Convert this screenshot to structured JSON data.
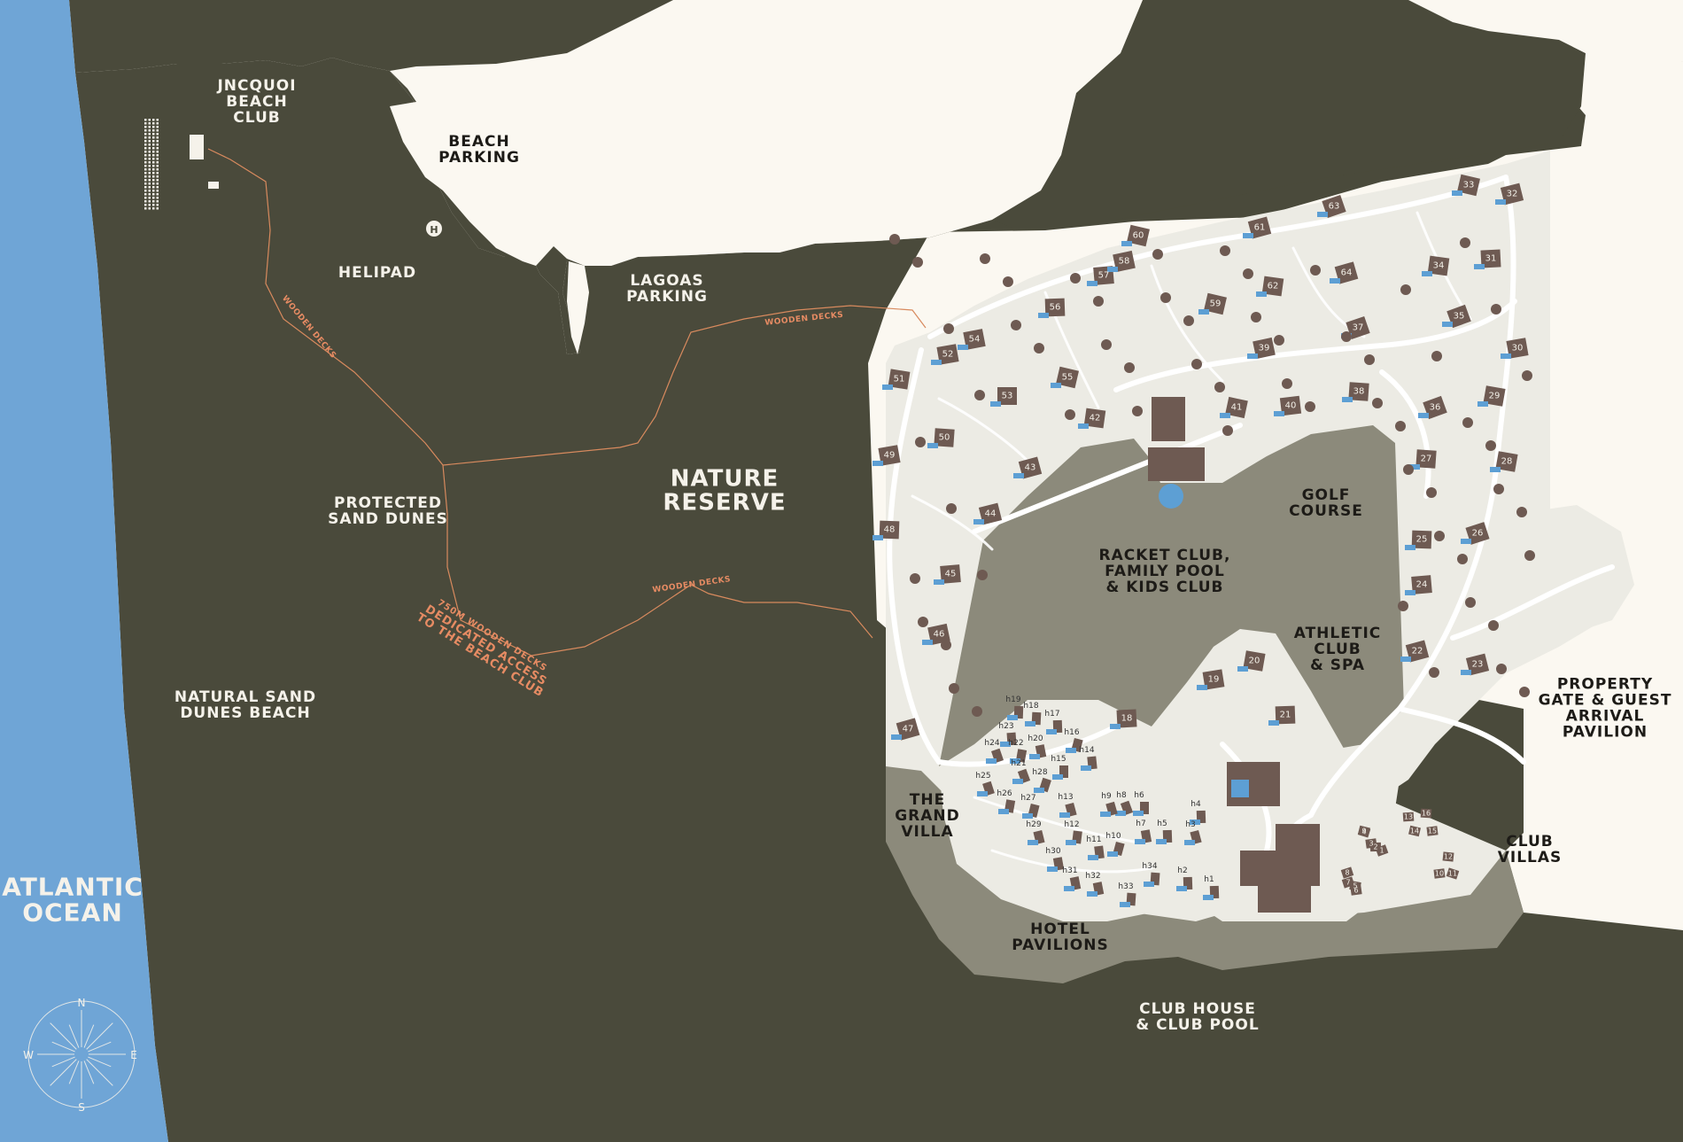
{
  "labels": {
    "atlantic": [
      "ATLANTIC",
      "OCEAN"
    ],
    "beach_club": [
      "JNCQUOI",
      "BEACH",
      "CLUB"
    ],
    "beach_parking": [
      "BEACH",
      "PARKING"
    ],
    "helipad": "HELIPAD",
    "lagoas_parking": [
      "LAGOAS",
      "PARKING"
    ],
    "nature_reserve": [
      "NATURE",
      "RESERVE"
    ],
    "protected_dunes": [
      "PROTECTED",
      "SAND DUNES"
    ],
    "natural_beach": [
      "NATURAL SAND",
      "DUNES BEACH"
    ],
    "wooden_decks": "WOODEN DECKS",
    "dedicated_access": [
      "750M WOODEN DECKS",
      "DEDICATED ACCESS",
      "TO THE BEACH CLUB"
    ],
    "golf_course": [
      "GOLF",
      "COURSE"
    ],
    "racket_club": [
      "RACKET CLUB,",
      "FAMILY POOL",
      "& KIDS CLUB"
    ],
    "athletic_club": [
      "ATHLETIC",
      "CLUB",
      "& SPA"
    ],
    "property_gate": [
      "PROPERTY",
      "GATE & GUEST",
      "ARRIVAL",
      "PAVILION"
    ],
    "grand_villa": [
      "THE",
      "GRAND",
      "VILLA"
    ],
    "club_villas": [
      "CLUB",
      "VILLAS"
    ],
    "hotel_pavilions": [
      "HOTEL",
      "PAVILIONS"
    ],
    "club_house": [
      "CLUB HOUSE",
      "& CLUB POOL"
    ]
  },
  "compass": {
    "n": "N",
    "s": "S",
    "e": "E",
    "w": "W"
  },
  "helipad_icon": "H",
  "villa_numbers": [
    "18",
    "19",
    "20",
    "21",
    "22",
    "23",
    "24",
    "25",
    "26",
    "27",
    "28",
    "29",
    "30",
    "31",
    "32",
    "33",
    "34",
    "35",
    "36",
    "37",
    "38",
    "39",
    "40",
    "41",
    "42",
    "43",
    "44",
    "45",
    "46",
    "47",
    "48",
    "49",
    "50",
    "51",
    "52",
    "53",
    "54",
    "55",
    "56",
    "57",
    "58",
    "59",
    "60",
    "61",
    "62",
    "63",
    "64"
  ],
  "pavilion_numbers": [
    "h1",
    "h2",
    "h3",
    "h4",
    "h5",
    "h6",
    "h7",
    "h8",
    "h9",
    "h10",
    "h11",
    "h12",
    "h13",
    "h14",
    "h15",
    "h16",
    "h17",
    "h18",
    "h19",
    "h20",
    "h21",
    "h22",
    "h23",
    "h24",
    "h25",
    "h26",
    "h27",
    "h28",
    "h29",
    "h30",
    "h31",
    "h32",
    "h33",
    "h34"
  ],
  "club_villa_numbers": [
    "1",
    "2",
    "3",
    "4",
    "5",
    "6",
    "7",
    "8",
    "9",
    "10",
    "11",
    "12",
    "13",
    "14",
    "15",
    "16"
  ],
  "colors": {
    "ocean": "#6fa5d6",
    "land_dark": "#4a4a3b",
    "cream": "#fbf8f1",
    "resort_light": "#ecebe4",
    "lawn_gray": "#8c8a7b",
    "building": "#6e5a52",
    "pool": "#5d9fd4",
    "path_orange": "#d88a5e"
  }
}
